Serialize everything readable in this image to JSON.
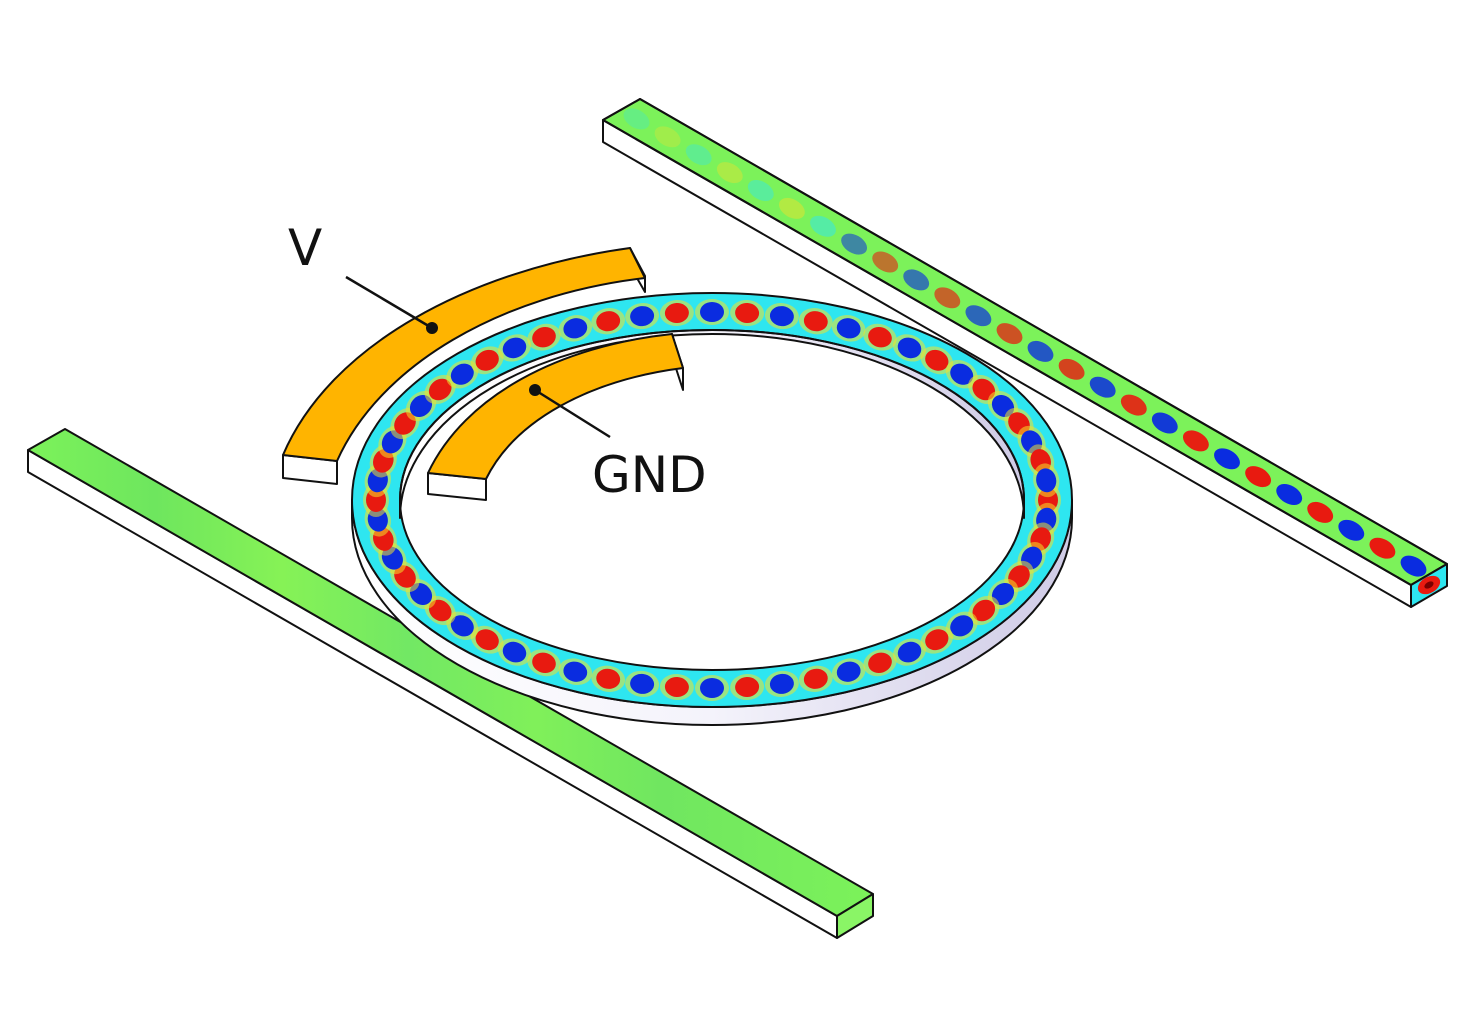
{
  "labels": {
    "voltage": "V",
    "ground": "GND"
  },
  "colors": {
    "electrode": "#FFB400",
    "waveguide_field": "#7CF25A",
    "wall_light": "#FFFFFF",
    "wall_shade": "#CFCBE6",
    "field_positive": "#E81A10",
    "field_negative": "#0A2CE0",
    "field_mid": "#2EE6F0",
    "field_transition": "#F2E12A",
    "outline": "#111111"
  },
  "field_pattern": {
    "ring_antinode_pairs": 30
  }
}
